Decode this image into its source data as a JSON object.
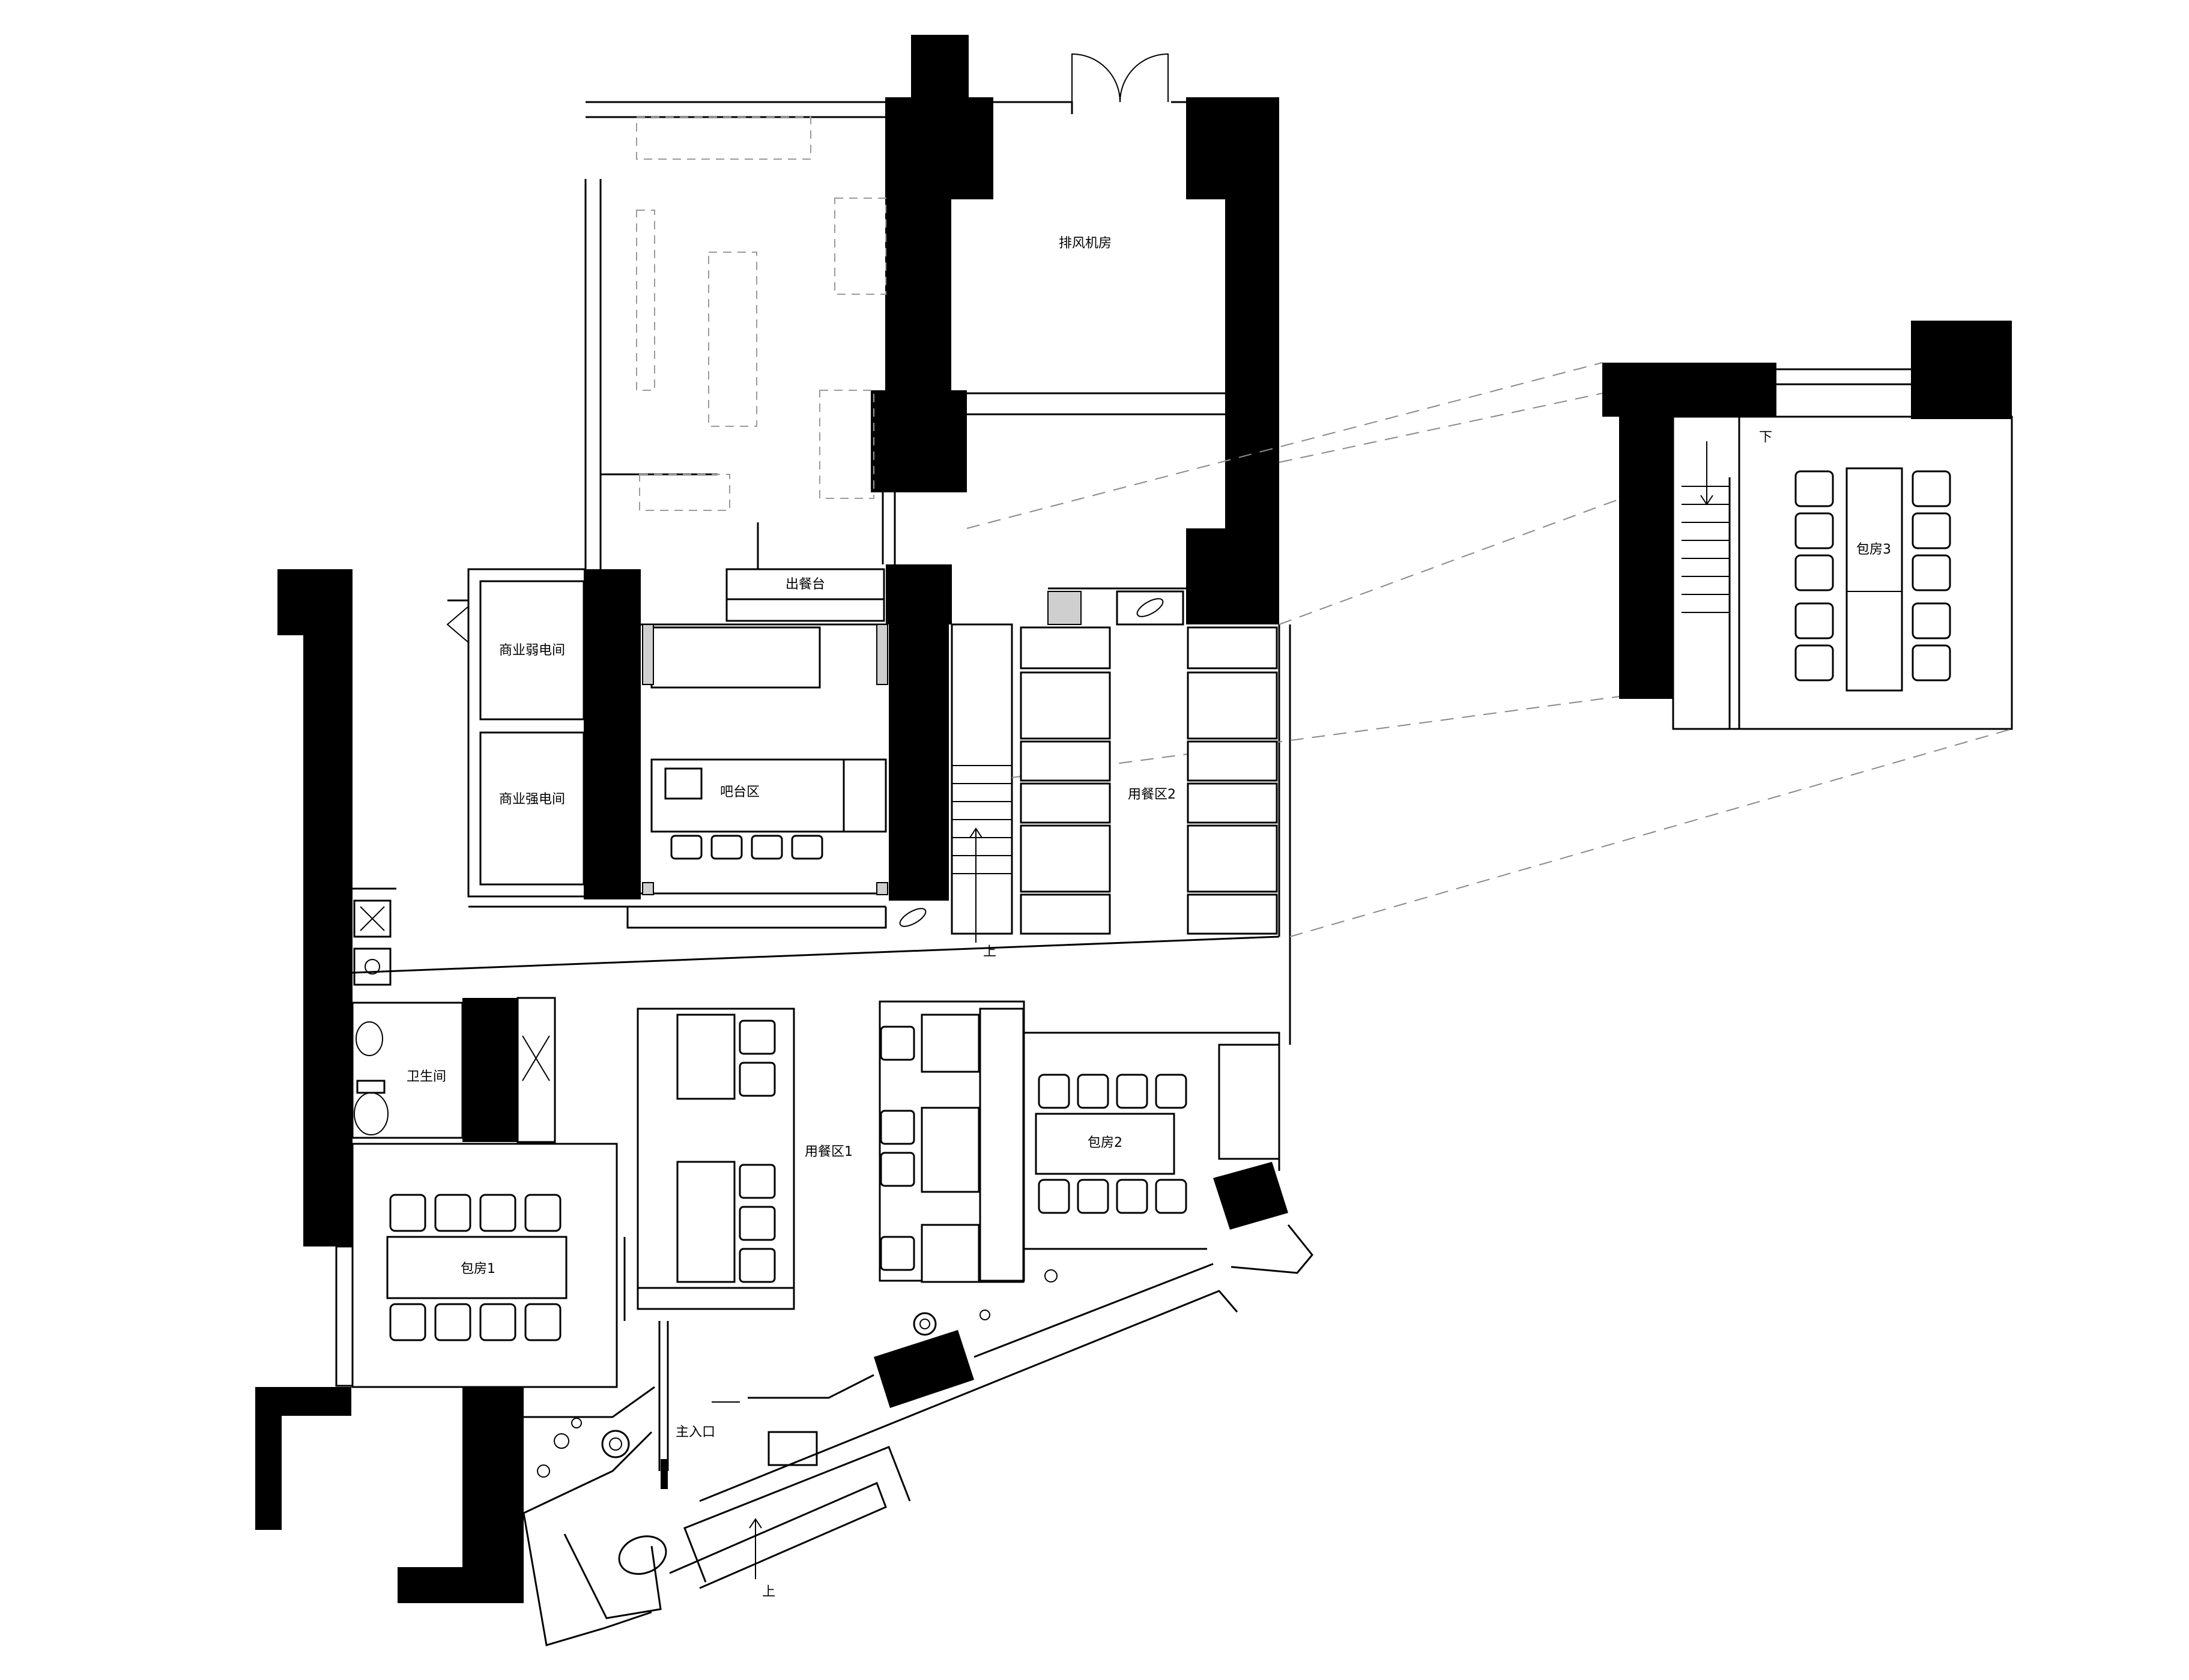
{
  "labels": {
    "exhaust_room": "排风机房",
    "serving_counter": "出餐台",
    "weak_current_room": "商业弱电间",
    "strong_current_room": "商业强电间",
    "bar_area": "吧台区",
    "dining_area_2": "用餐区2",
    "dining_area_1": "用餐区1",
    "restroom": "卫生间",
    "private_room_1": "包房1",
    "private_room_2": "包房2",
    "private_room_3": "包房3",
    "main_entrance": "主入口",
    "stair_up_1": "上",
    "stair_up_2": "上",
    "stair_down": "下"
  }
}
